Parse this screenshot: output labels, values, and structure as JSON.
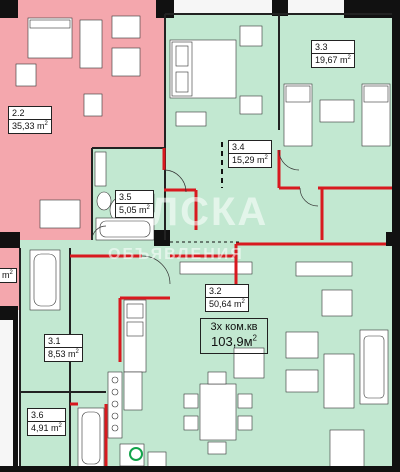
{
  "rooms": [
    {
      "id": "2.2",
      "number": "2.2",
      "area": "35,33",
      "unit": "m",
      "power": "2"
    },
    {
      "id": "3.3",
      "number": "3.3",
      "area": "19,67",
      "unit": "m",
      "power": "2"
    },
    {
      "id": "3.4",
      "number": "3.4",
      "area": "15,29",
      "unit": "m",
      "power": "2"
    },
    {
      "id": "3.5",
      "number": "3.5",
      "area": "5,05",
      "unit": "m",
      "power": "2"
    },
    {
      "id": "3.2",
      "number": "3.2",
      "area": "50,64",
      "unit": "m",
      "power": "2"
    },
    {
      "id": "3.1",
      "number": "3.1",
      "area": "8,53",
      "unit": "m",
      "power": "2"
    },
    {
      "id": "3.6",
      "number": "3.6",
      "area": "4,91",
      "unit": "m",
      "power": "2"
    },
    {
      "id": "edge",
      "number": "",
      "area": "",
      "unit": "m",
      "power": "2"
    }
  ],
  "summary": {
    "rooms_label": "3х ком.кв",
    "total_area": "103,9м",
    "total_power": "2"
  },
  "watermark": {
    "brand": "ЛСКА",
    "sub": "ОБЪЯВЛЕНИЯ"
  },
  "colors": {
    "living": "#c2e8d1",
    "neighbor": "#f4a7ad",
    "walls": "#111111",
    "partitions": "#d8191f",
    "furniture": "#ffffff"
  }
}
